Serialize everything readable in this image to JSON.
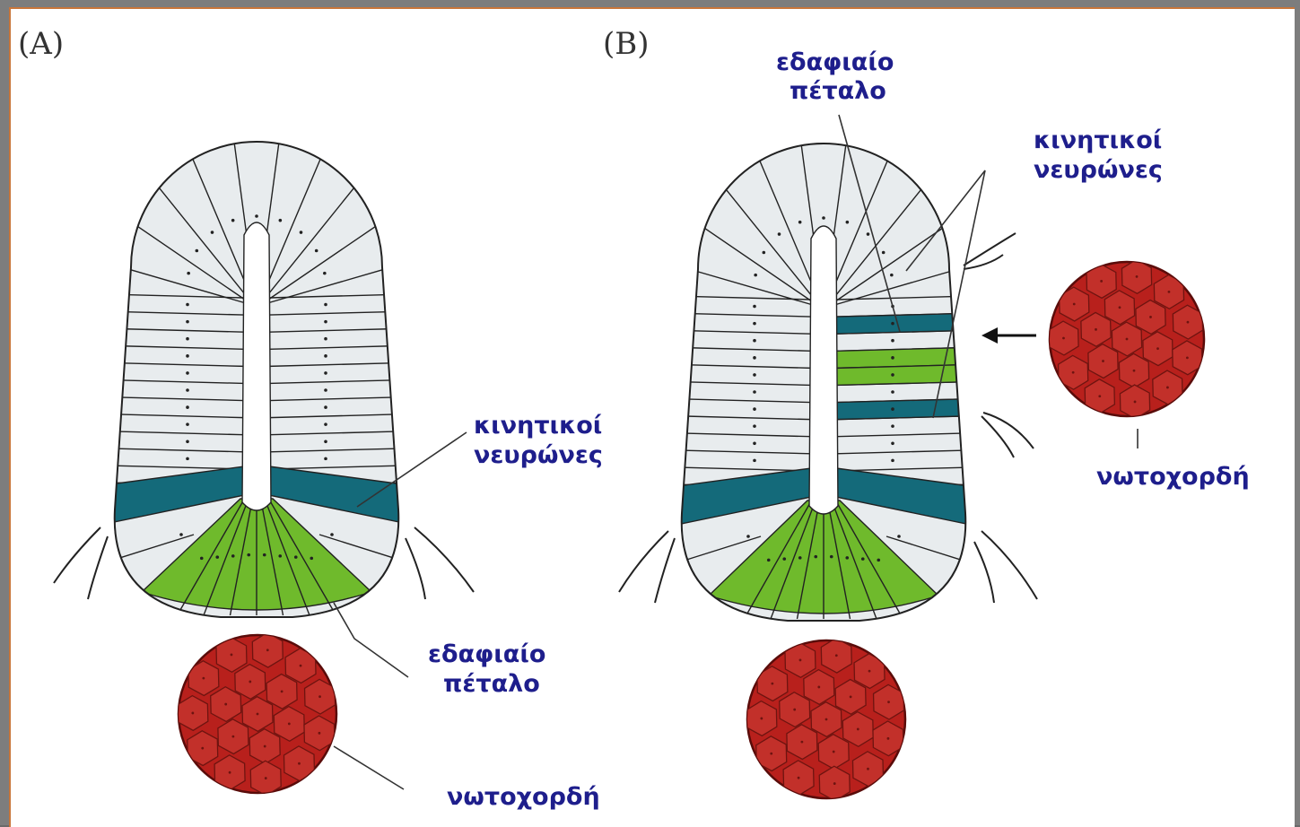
{
  "panels": [
    {
      "letter": "(A)",
      "labels": {
        "motor_neurons": [
          "κινητικοί",
          "νευρώνες"
        ],
        "floor_plate": [
          "εδαφιαίο",
          "πέταλο"
        ],
        "notochord": "νωτοχορδή"
      }
    },
    {
      "letter": "(B)",
      "labels": {
        "floor_plate": [
          "εδαφιαίο",
          "πέταλο"
        ],
        "motor_neurons": [
          "κινητικοί",
          "νευρώνες"
        ],
        "notochord": "νωτοχορδή"
      }
    }
  ],
  "colors": {
    "cell_gray": "#e8ecee",
    "motor_neuron_teal": "#146a7a",
    "floor_plate_green": "#6fba2c",
    "notochord_red": "#b8201c",
    "label_blue": "#1e1e8c"
  },
  "icons": {
    "arrow": "arrow-left-icon"
  }
}
